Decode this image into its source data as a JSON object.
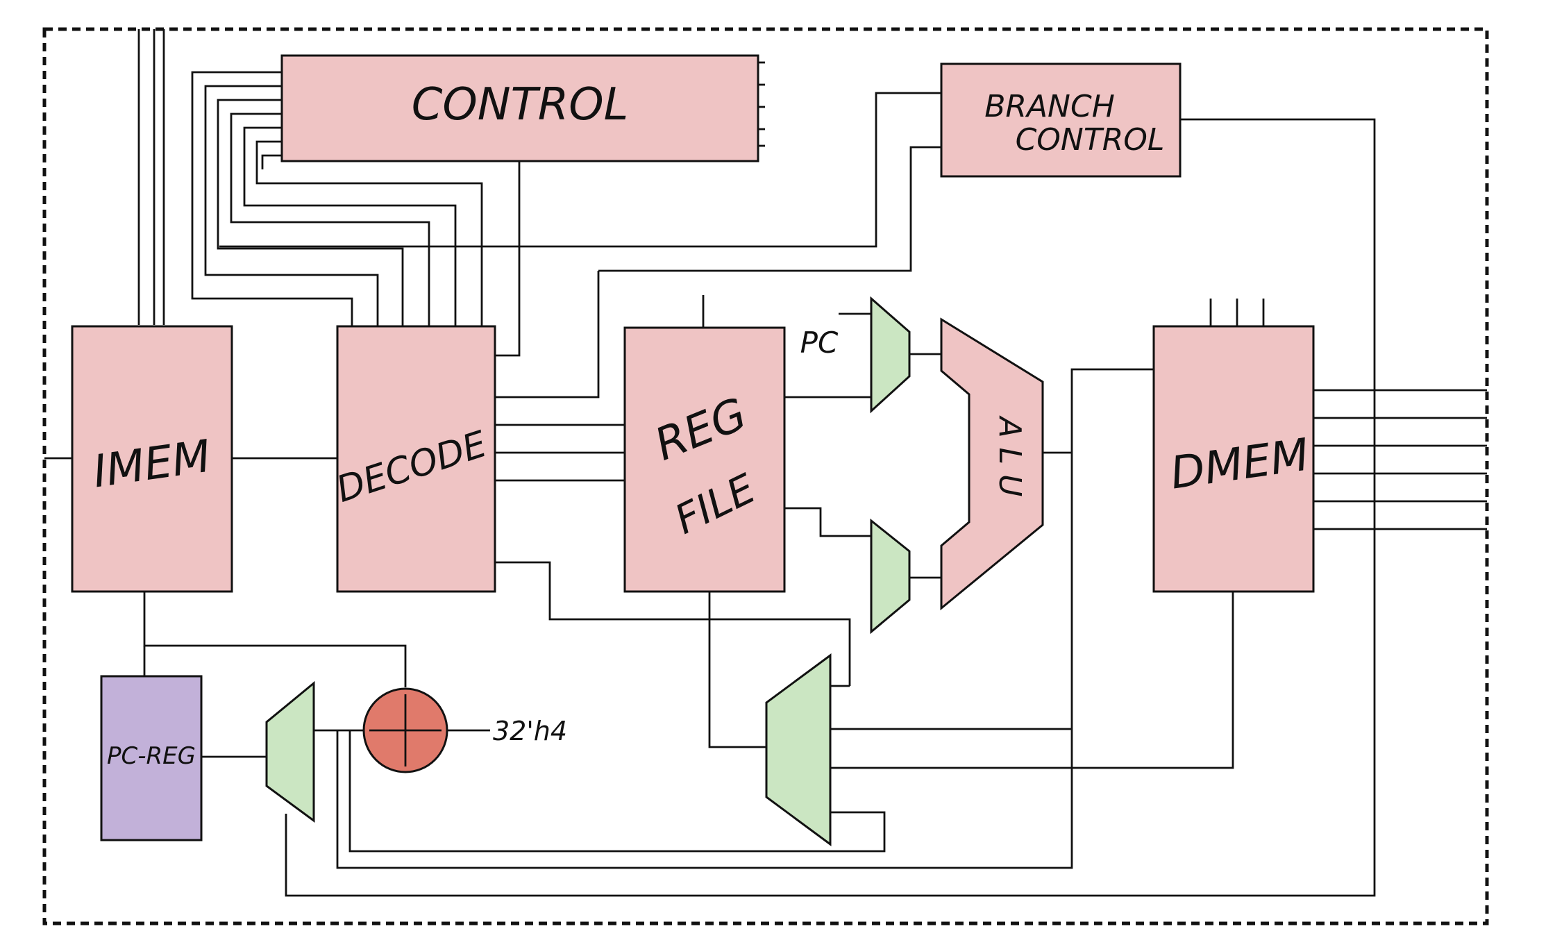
{
  "blocks": {
    "control": "CONTROL",
    "branch_control_line1": "BRANCH",
    "branch_control_line2": "CONTROL",
    "imem": "IMEM",
    "decode": "DECODE",
    "regfile_line1": "REG",
    "regfile_line2": "FILE",
    "alu": "A L U",
    "dmem": "DMEM",
    "pc_reg": "PC-REG"
  },
  "labels": {
    "pc": "PC",
    "constant": "32'h4"
  },
  "colors": {
    "block_fill": "#efc4c4",
    "mux_fill": "#cbe6c2",
    "pc_reg_fill": "#c2b1d9",
    "adder_fill": "#e07a6b",
    "line": "#111111"
  },
  "icons": {
    "adder_symbol": "plus-icon"
  }
}
